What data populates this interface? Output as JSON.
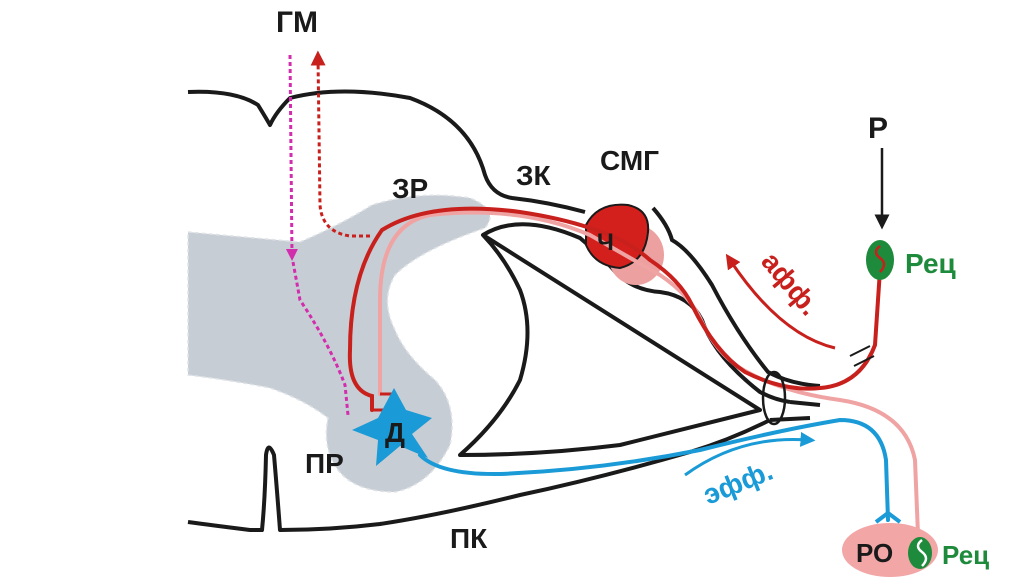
{
  "labels": {
    "gm": "ГМ",
    "zr": "ЗР",
    "zk": "ЗК",
    "smg": "СМГ",
    "ch": "Ч",
    "p": "Р",
    "rec_top": "Рец",
    "aff": "афф.",
    "d": "Д",
    "pr": "ПР",
    "eff": "эфф.",
    "pk": "ПК",
    "ro": "РО",
    "rec_bottom": "Рец"
  },
  "colors": {
    "outline": "#1a1a1a",
    "gray_matter": "#c7cdd4",
    "afferent": "#c8201c",
    "afferent_light": "#f0a3a3",
    "efferent": "#1a9ad6",
    "descending": "#d22dad",
    "receptor": "#1e8a3c",
    "effector_organ": "#f2a6a6",
    "ganglion_dark": "#d4201c",
    "ganglion_light": "#eda0a0"
  }
}
